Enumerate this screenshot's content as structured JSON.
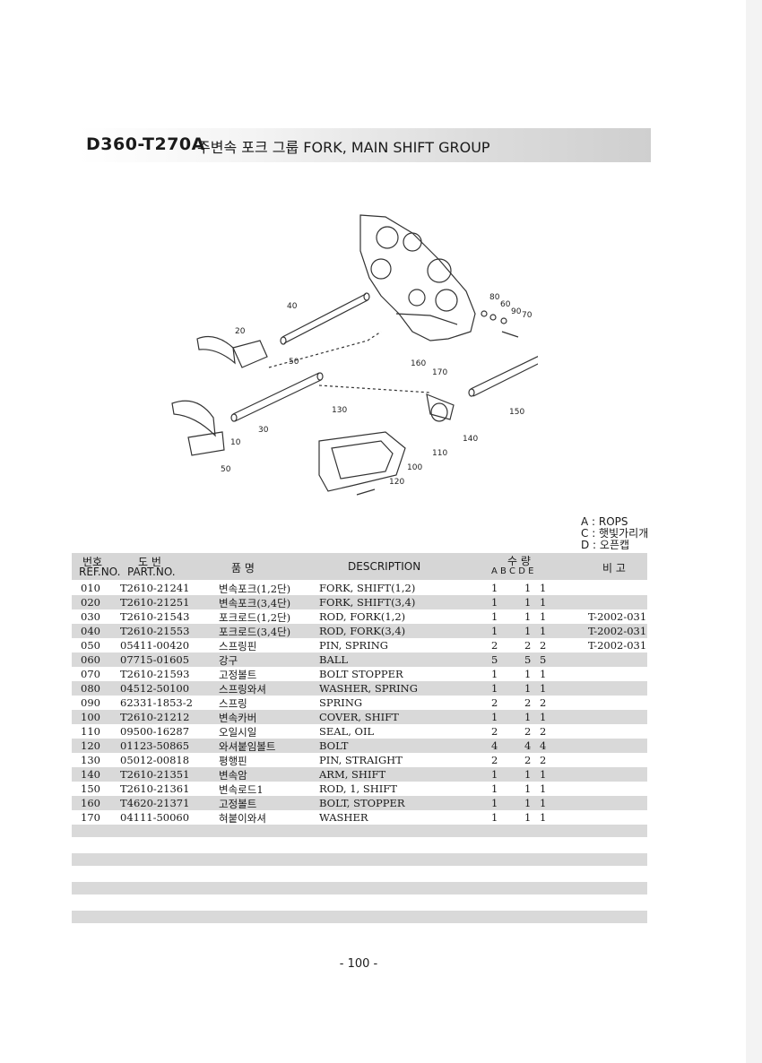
{
  "title": {
    "code": "D360-T270A",
    "text": "주변속 포크 그룹 FORK, MAIN SHIFT GROUP"
  },
  "diagram_labels": [
    "40",
    "20",
    "50",
    "10",
    "50",
    "30",
    "60",
    "80",
    "90",
    "70",
    "160",
    "170",
    "150",
    "130",
    "140",
    "110",
    "100",
    "120"
  ],
  "legend": [
    "A : ROPS",
    "C : 햇빛가리개",
    "D : 오픈캡"
  ],
  "header": {
    "ref_ko": "번호",
    "ref_en": "REF.NO.",
    "part_ko": "도  번",
    "part_en": "PART.NO.",
    "name_ko": "품     명",
    "description": "DESCRIPTION",
    "qty_ko": "수  량",
    "qty_cols": "A  B  C  D  E",
    "note": "비  고"
  },
  "rows": [
    {
      "ref": "010",
      "part": "T2610-21241",
      "kname": "변속포크(1,2단)",
      "desc": "FORK, SHIFT(1,2)",
      "a": "1",
      "c": "1",
      "d": "1",
      "note": ""
    },
    {
      "ref": "020",
      "part": "T2610-21251",
      "kname": "변속포크(3,4단)",
      "desc": "FORK, SHIFT(3,4)",
      "a": "1",
      "c": "1",
      "d": "1",
      "note": ""
    },
    {
      "ref": "030",
      "part": "T2610-21543",
      "kname": "포크로드(1,2단)",
      "desc": "ROD, FORK(1,2)",
      "a": "1",
      "c": "1",
      "d": "1",
      "note": "T-2002-031"
    },
    {
      "ref": "040",
      "part": "T2610-21553",
      "kname": "포크로드(3,4단)",
      "desc": "ROD, FORK(3,4)",
      "a": "1",
      "c": "1",
      "d": "1",
      "note": "T-2002-031"
    },
    {
      "ref": "050",
      "part": "05411-00420",
      "kname": "스프링핀",
      "desc": "PIN, SPRING",
      "a": "2",
      "c": "2",
      "d": "2",
      "note": "T-2002-031"
    },
    {
      "ref": "060",
      "part": "07715-01605",
      "kname": "강구",
      "desc": "BALL",
      "a": "5",
      "c": "5",
      "d": "5",
      "note": ""
    },
    {
      "ref": "070",
      "part": "T2610-21593",
      "kname": "고정볼트",
      "desc": "BOLT STOPPER",
      "a": "1",
      "c": "1",
      "d": "1",
      "note": ""
    },
    {
      "ref": "080",
      "part": "04512-50100",
      "kname": "스프링와셔",
      "desc": "WASHER, SPRING",
      "a": "1",
      "c": "1",
      "d": "1",
      "note": ""
    },
    {
      "ref": "090",
      "part": "62331-1853-2",
      "kname": "스프링",
      "desc": "SPRING",
      "a": "2",
      "c": "2",
      "d": "2",
      "note": ""
    },
    {
      "ref": "100",
      "part": "T2610-21212",
      "kname": "변속카버",
      "desc": "COVER, SHIFT",
      "a": "1",
      "c": "1",
      "d": "1",
      "note": ""
    },
    {
      "ref": "110",
      "part": "09500-16287",
      "kname": "오일시일",
      "desc": "SEAL, OIL",
      "a": "2",
      "c": "2",
      "d": "2",
      "note": ""
    },
    {
      "ref": "120",
      "part": "01123-50865",
      "kname": "와셔붙임볼트",
      "desc": "BOLT",
      "a": "4",
      "c": "4",
      "d": "4",
      "note": ""
    },
    {
      "ref": "130",
      "part": "05012-00818",
      "kname": "평행핀",
      "desc": "PIN, STRAIGHT",
      "a": "2",
      "c": "2",
      "d": "2",
      "note": ""
    },
    {
      "ref": "140",
      "part": "T2610-21351",
      "kname": "변속암",
      "desc": "ARM, SHIFT",
      "a": "1",
      "c": "1",
      "d": "1",
      "note": ""
    },
    {
      "ref": "150",
      "part": "T2610-21361",
      "kname": "변속로드1",
      "desc": "ROD, 1, SHIFT",
      "a": "1",
      "c": "1",
      "d": "1",
      "note": ""
    },
    {
      "ref": "160",
      "part": "T4620-21371",
      "kname": "고정볼트",
      "desc": "BOLT, STOPPER",
      "a": "1",
      "c": "1",
      "d": "1",
      "note": ""
    },
    {
      "ref": "170",
      "part": "04111-50060",
      "kname": "혀붙이와셔",
      "desc": "WASHER",
      "a": "1",
      "c": "1",
      "d": "1",
      "note": ""
    }
  ],
  "page_number": "- 100 -"
}
